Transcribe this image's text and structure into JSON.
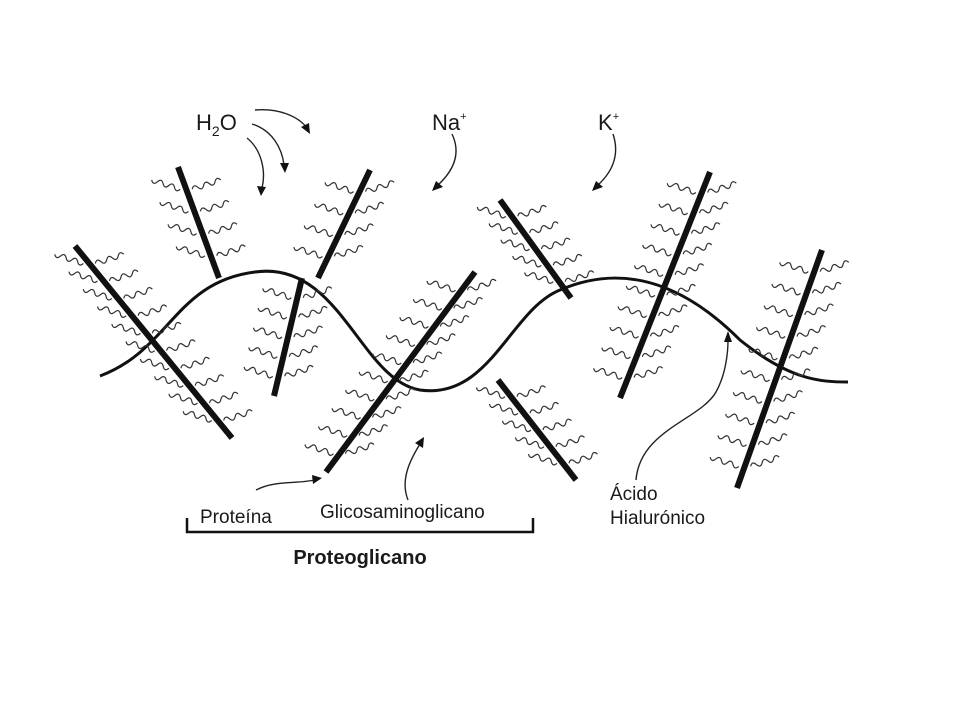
{
  "labels": {
    "water_h": "H",
    "water_sub": "2",
    "water_o": "O",
    "sodium": "Na",
    "sodium_charge": "+",
    "potassium": "K",
    "potassium_charge": "+",
    "protein": "Proteína",
    "glycosaminoglycan": "Glicosaminoglicano",
    "hyaluronic_line1": "Ácido",
    "hyaluronic_line2": "Hialurónico",
    "proteoglycan": "Proteoglicano"
  }
}
